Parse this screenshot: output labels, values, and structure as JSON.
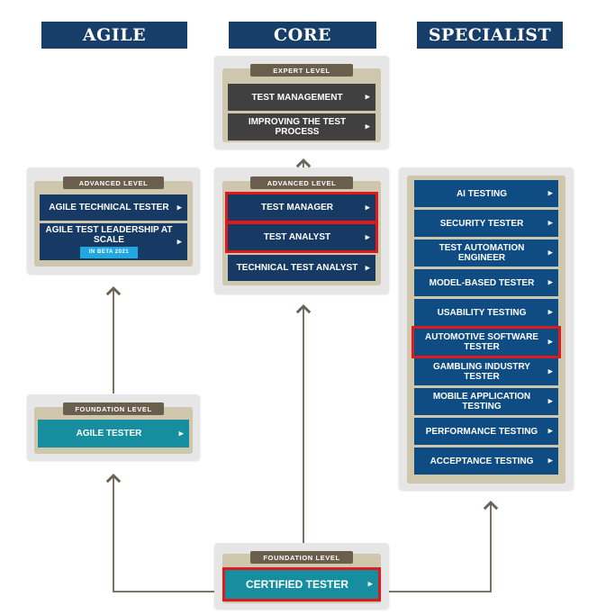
{
  "headers": {
    "agile": "AGILE",
    "core": "CORE",
    "specialist": "SPECIALIST"
  },
  "core": {
    "expert_label": "EXPERT LEVEL",
    "expert_items": [
      "TEST MANAGEMENT",
      "IMPROVING THE TEST PROCESS"
    ],
    "advanced_label": "ADVANCED LEVEL",
    "advanced_items": [
      "TEST MANAGER",
      "TEST ANALYST",
      "TECHNICAL TEST ANALYST"
    ],
    "foundation_label": "FOUNDATION LEVEL",
    "foundation_item": "CERTIFIED TESTER"
  },
  "agile": {
    "advanced_label": "ADVANCED LEVEL",
    "advanced_items": [
      "AGILE TECHNICAL TESTER",
      "AGILE TEST LEADERSHIP AT SCALE"
    ],
    "beta_badge": "IN BETA 2021",
    "foundation_label": "FOUNDATION LEVEL",
    "foundation_item": "AGILE TESTER"
  },
  "specialist": {
    "items": [
      "AI TESTING",
      "SECURITY TESTER",
      "TEST AUTOMATION ENGINEER",
      "MODEL-BASED TESTER",
      "USABILITY TESTING",
      "AUTOMOTIVE SOFTWARE TESTER",
      "GAMBLING INDUSTRY TESTER",
      "MOBILE APPLICATION TESTING",
      "PERFORMANCE TESTING",
      "ACCEPTANCE TESTING"
    ]
  },
  "icons": {
    "item_arrow": "triangle-right-icon"
  },
  "colors": {
    "header": "#173e68",
    "navy_item": "#163a63",
    "blue_item": "#0e4c83",
    "dark_item": "#3f403f",
    "teal_item": "#168ea0",
    "highlight": "#e01a1a",
    "label": "#6a5f4d",
    "connector": "#6a6254"
  }
}
